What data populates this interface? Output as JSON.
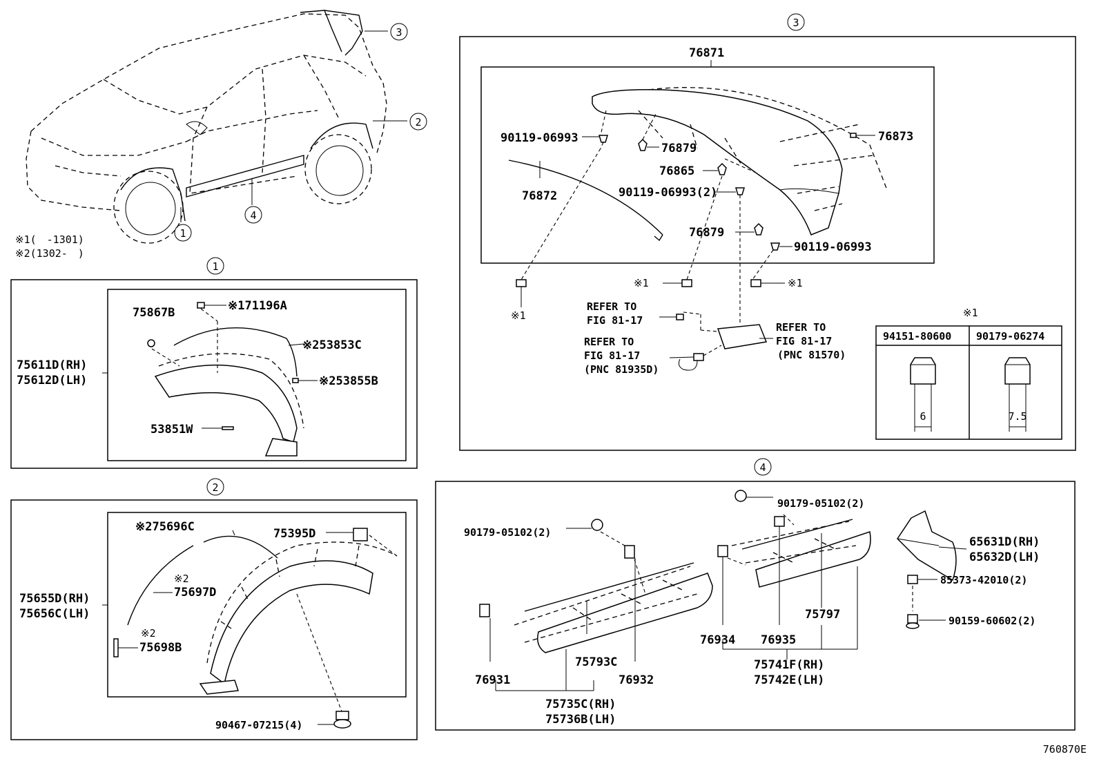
{
  "diagram_id": "760870E",
  "notes": {
    "n1": "※1(　-1301)",
    "n2": "※2(1302-　)"
  },
  "circles": {
    "c1": "1",
    "c2": "2",
    "c3": "3",
    "c4": "4"
  },
  "sec1": {
    "outer": [
      "75611D(RH)",
      "75612D(LH)"
    ],
    "p75867B": "75867B",
    "p71196A": "※171196A",
    "p53853C": "※253853C",
    "p53855B": "※253855B",
    "p53851W": "53851W"
  },
  "sec2": {
    "outer": [
      "75655D(RH)",
      "75656C(LH)"
    ],
    "p75696C": "※275696C",
    "p75395D": "75395D",
    "mark75697D": "※2",
    "p75697D": "75697D",
    "mark75698B": "※2",
    "p75698B": "75698B",
    "p90467": "90467-07215(4)"
  },
  "sec3": {
    "p76871": "76871",
    "p90119a": "90119-06993",
    "p76879a": "76879",
    "p76873": "76873",
    "p76865": "76865",
    "p76872": "76872",
    "p90119b": "90119-06993(2)",
    "p76879b": "76879",
    "p90119c": "90119-06993",
    "mark1a": "※1",
    "mark1b": "※1",
    "mark1c": "※1",
    "refer1": [
      "REFER TO",
      "FIG 81-17"
    ],
    "refer2": [
      "REFER TO",
      "FIG 81-17",
      "(PNC 81935D)"
    ],
    "refer3": [
      "REFER TO",
      "FIG 81-17",
      "(PNC 81570)"
    ],
    "table": {
      "title": "※1",
      "col1": "94151-80600",
      "col2": "90179-06274",
      "dim1": "6",
      "dim2": "7.5"
    }
  },
  "sec4": {
    "p90179a": "90179-05102(2)",
    "p90179b": "90179-05102(2)",
    "p65631D": "65631D(RH)",
    "p65632D": "65632D(LH)",
    "p85373": "85373-42010(2)",
    "p90159": "90159-60602(2)",
    "p75797": "75797",
    "p76934": "76934",
    "p76935": "76935",
    "p75741F": "75741F(RH)",
    "p75742E": "75742E(LH)",
    "p76931": "76931",
    "p75793C": "75793C",
    "p76932": "76932",
    "p75735C": "75735C(RH)",
    "p75736B": "75736B(LH)"
  }
}
